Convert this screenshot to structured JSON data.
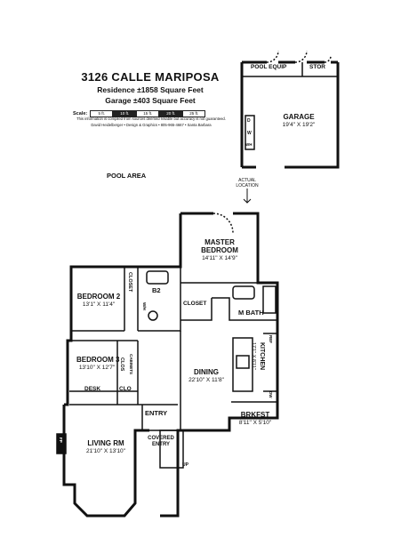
{
  "header": {
    "title": "3126 CALLE MARIPOSA",
    "residence": "Residence ±1858 Square Feet",
    "garage": "Garage ±403 Square Feet",
    "scale_label": "Scale:",
    "scale_ticks": [
      "5 ft.",
      "10 ft.",
      "15 ft.",
      "20 ft.",
      "25 ft."
    ],
    "disclaimer": "This information is compiled from sources deemed reliable but accuracy is not guaranteed.",
    "credit": "David Heidelberger • Design & Graphics • 805-965-4667 • Santa Barbara"
  },
  "rooms": {
    "garage": {
      "name": "GARAGE",
      "dims": "19'4\" X 19'2\""
    },
    "pool_equip": {
      "name": "POOL EQUIP"
    },
    "stor": {
      "name": "STOR"
    },
    "pool_area": {
      "name": "POOL AREA"
    },
    "actual_location": {
      "line1": "ACTUAL",
      "line2": "LOCATION"
    },
    "master": {
      "name1": "MASTER",
      "name2": "BEDROOM",
      "dims": "14'11\" X 14'9\""
    },
    "bedroom2": {
      "name": "BEDROOM 2",
      "dims": "13'1\" X 11'4\""
    },
    "closet_b2": {
      "name": "CLOSET"
    },
    "wh": {
      "name": "W/H"
    },
    "b2": {
      "name": "B2"
    },
    "closet_hall": {
      "name": "CLOSET"
    },
    "mbath": {
      "name": "M BATH"
    },
    "bedroom3": {
      "name": "BEDROOM 3",
      "dims": "13'10\" X 12'7\""
    },
    "clos": {
      "name": "CLOS"
    },
    "cabinets": {
      "name": "CABINETS"
    },
    "clo": {
      "name": "CLO"
    },
    "desk": {
      "name": "DESK"
    },
    "dining": {
      "name": "DINING",
      "dims": "22'10\" X 11'8\""
    },
    "kitchen": {
      "name": "KITCHEN",
      "dims": "17'1\" X 8'11\""
    },
    "ref": {
      "name": "REF"
    },
    "dw": {
      "name": "DW"
    },
    "brkfst": {
      "name": "BRKFST",
      "dims": "8'11\" X 5'10\""
    },
    "entry": {
      "name": "ENTRY"
    },
    "living": {
      "name": "LIVING RM",
      "dims": "21'10\" X 13'10\""
    },
    "fp": {
      "name": "FP"
    },
    "covered_entry": {
      "name1": "COVERED",
      "name2": "ENTRY"
    },
    "up": {
      "name": "UP"
    },
    "garage_d": {
      "name": "D"
    },
    "garage_w": {
      "name": "W"
    },
    "garage_wh": {
      "name": "WH"
    }
  }
}
